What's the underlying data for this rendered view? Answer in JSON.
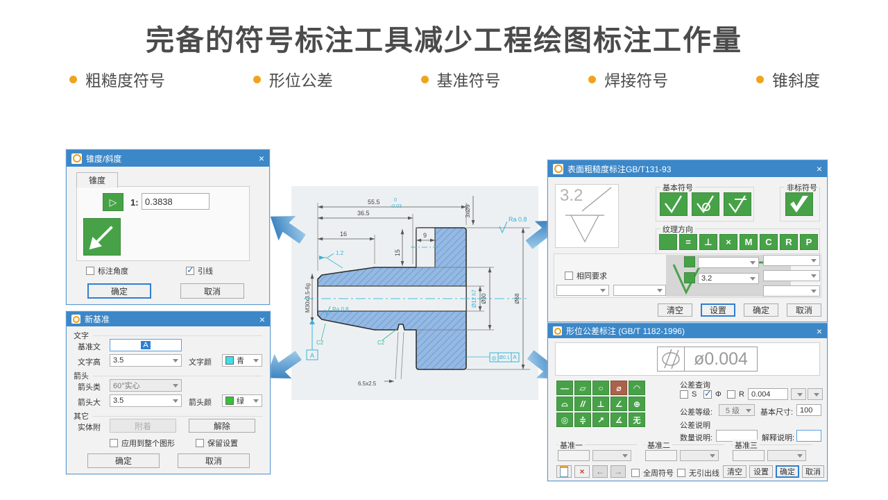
{
  "header": {
    "title": "完备的符号标注工具减少工程绘图标注工作量",
    "bullets": [
      "粗糙度符号",
      "形位公差",
      "基准符号",
      "焊接符号",
      "锥斜度"
    ]
  },
  "colors": {
    "accent_orange": "#f0a41c",
    "titlebar_blue": "#3b87c8",
    "symbol_green": "#47a247",
    "selected_brown": "#a9624b",
    "annotation_cyan": "#3cb4d8"
  },
  "taper_dialog": {
    "title": "锥度/斜度",
    "close": "×",
    "tab": "锥度",
    "ratio_prefix": "1:",
    "ratio_value": "0.3838",
    "checkbox_angle": "标注角度",
    "checkbox_leader": "引线",
    "ok": "确定",
    "cancel": "取消"
  },
  "datum_dialog": {
    "title": "新基准",
    "close": "×",
    "group_text": "文字",
    "label_datum_text": "基准文",
    "datum_value": "A",
    "label_text_height": "文字高",
    "text_height": "3.5",
    "label_text_color": "文字颜",
    "text_color": "青",
    "group_arrow": "箭头",
    "label_arrow_type": "箭头类",
    "arrow_type": "60°实心",
    "label_arrow_size": "箭头大",
    "arrow_size": "3.5",
    "label_arrow_color": "箭头颜",
    "arrow_color": "绿",
    "group_other": "其它",
    "label_entity": "实体附",
    "attach": "附着",
    "detach": "解除",
    "checkbox_apply": "应用到整个图形",
    "checkbox_keep": "保留设置",
    "ok": "确定",
    "cancel": "取消"
  },
  "roughness_dialog": {
    "title": "表面粗糙度标注GB/T131-93",
    "close": "×",
    "preview_value": "3.2",
    "group_basic": "基本符号",
    "group_nonstd": "非标符号",
    "group_texture": "纹理方向",
    "texture_labels": [
      "",
      "=",
      "⊥",
      "×",
      "M",
      "C",
      "R",
      "P"
    ],
    "checkbox_same": "相同要求",
    "roughness_value": "3.2",
    "btn_clear": "清空",
    "btn_set": "设置",
    "btn_ok": "确定",
    "btn_cancel": "取消"
  },
  "tolerance_dialog": {
    "title": "形位公差标注 (GB/T 1182-1996)",
    "close": "×",
    "preview_value": "ø0.004",
    "symbols": [
      "—",
      "▱",
      "○",
      "⌀",
      "◠",
      "⌓",
      "//",
      "⊥",
      "∠",
      "⊕",
      "◎",
      "≑",
      "↗",
      "∡",
      "无"
    ],
    "group_query": "公差查询",
    "chk_s": "S",
    "chk_phi": "Φ",
    "chk_r": "R",
    "tolerance_value": "0.004",
    "label_grade": "公差等级:",
    "grade_value": "5 级",
    "label_size": "基本尺寸:",
    "size_value": "100",
    "group_desc": "公差说明",
    "label_qty": "数量说明:",
    "label_note": "解释说明:",
    "datum_groups": [
      "基准一",
      "基准二",
      "基准三"
    ],
    "checkbox_allround": "全周符号",
    "checkbox_noleader": "无引出线",
    "btn_clear": "清空",
    "btn_set": "设置",
    "btn_ok": "确定",
    "btn_cancel": "取消"
  },
  "drawing": {
    "dim_total": "55.5",
    "dim_total_tol_top": "0",
    "dim_total_tol_bottom": "-0.03",
    "dim_365": "36.5",
    "dim_16": "16",
    "dim_9": "9",
    "dim_15": "15",
    "dim_3x9": "3xØ9",
    "ra_top": "Ra 0.8",
    "ra_inner": "Ra 0.8",
    "slope": "1.2",
    "thread": "M30x3.5-6g",
    "chamfer1": "C2",
    "chamfer2": "C2",
    "datum": "A",
    "groove": "6.5x2.5",
    "dia_bore": "Ø12 h7",
    "dia_shaft": "Ø30",
    "dia_flange": "Ø68",
    "fcf_symbol": "◎",
    "fcf_value": "Ø0.1",
    "fcf_datum": "A"
  }
}
